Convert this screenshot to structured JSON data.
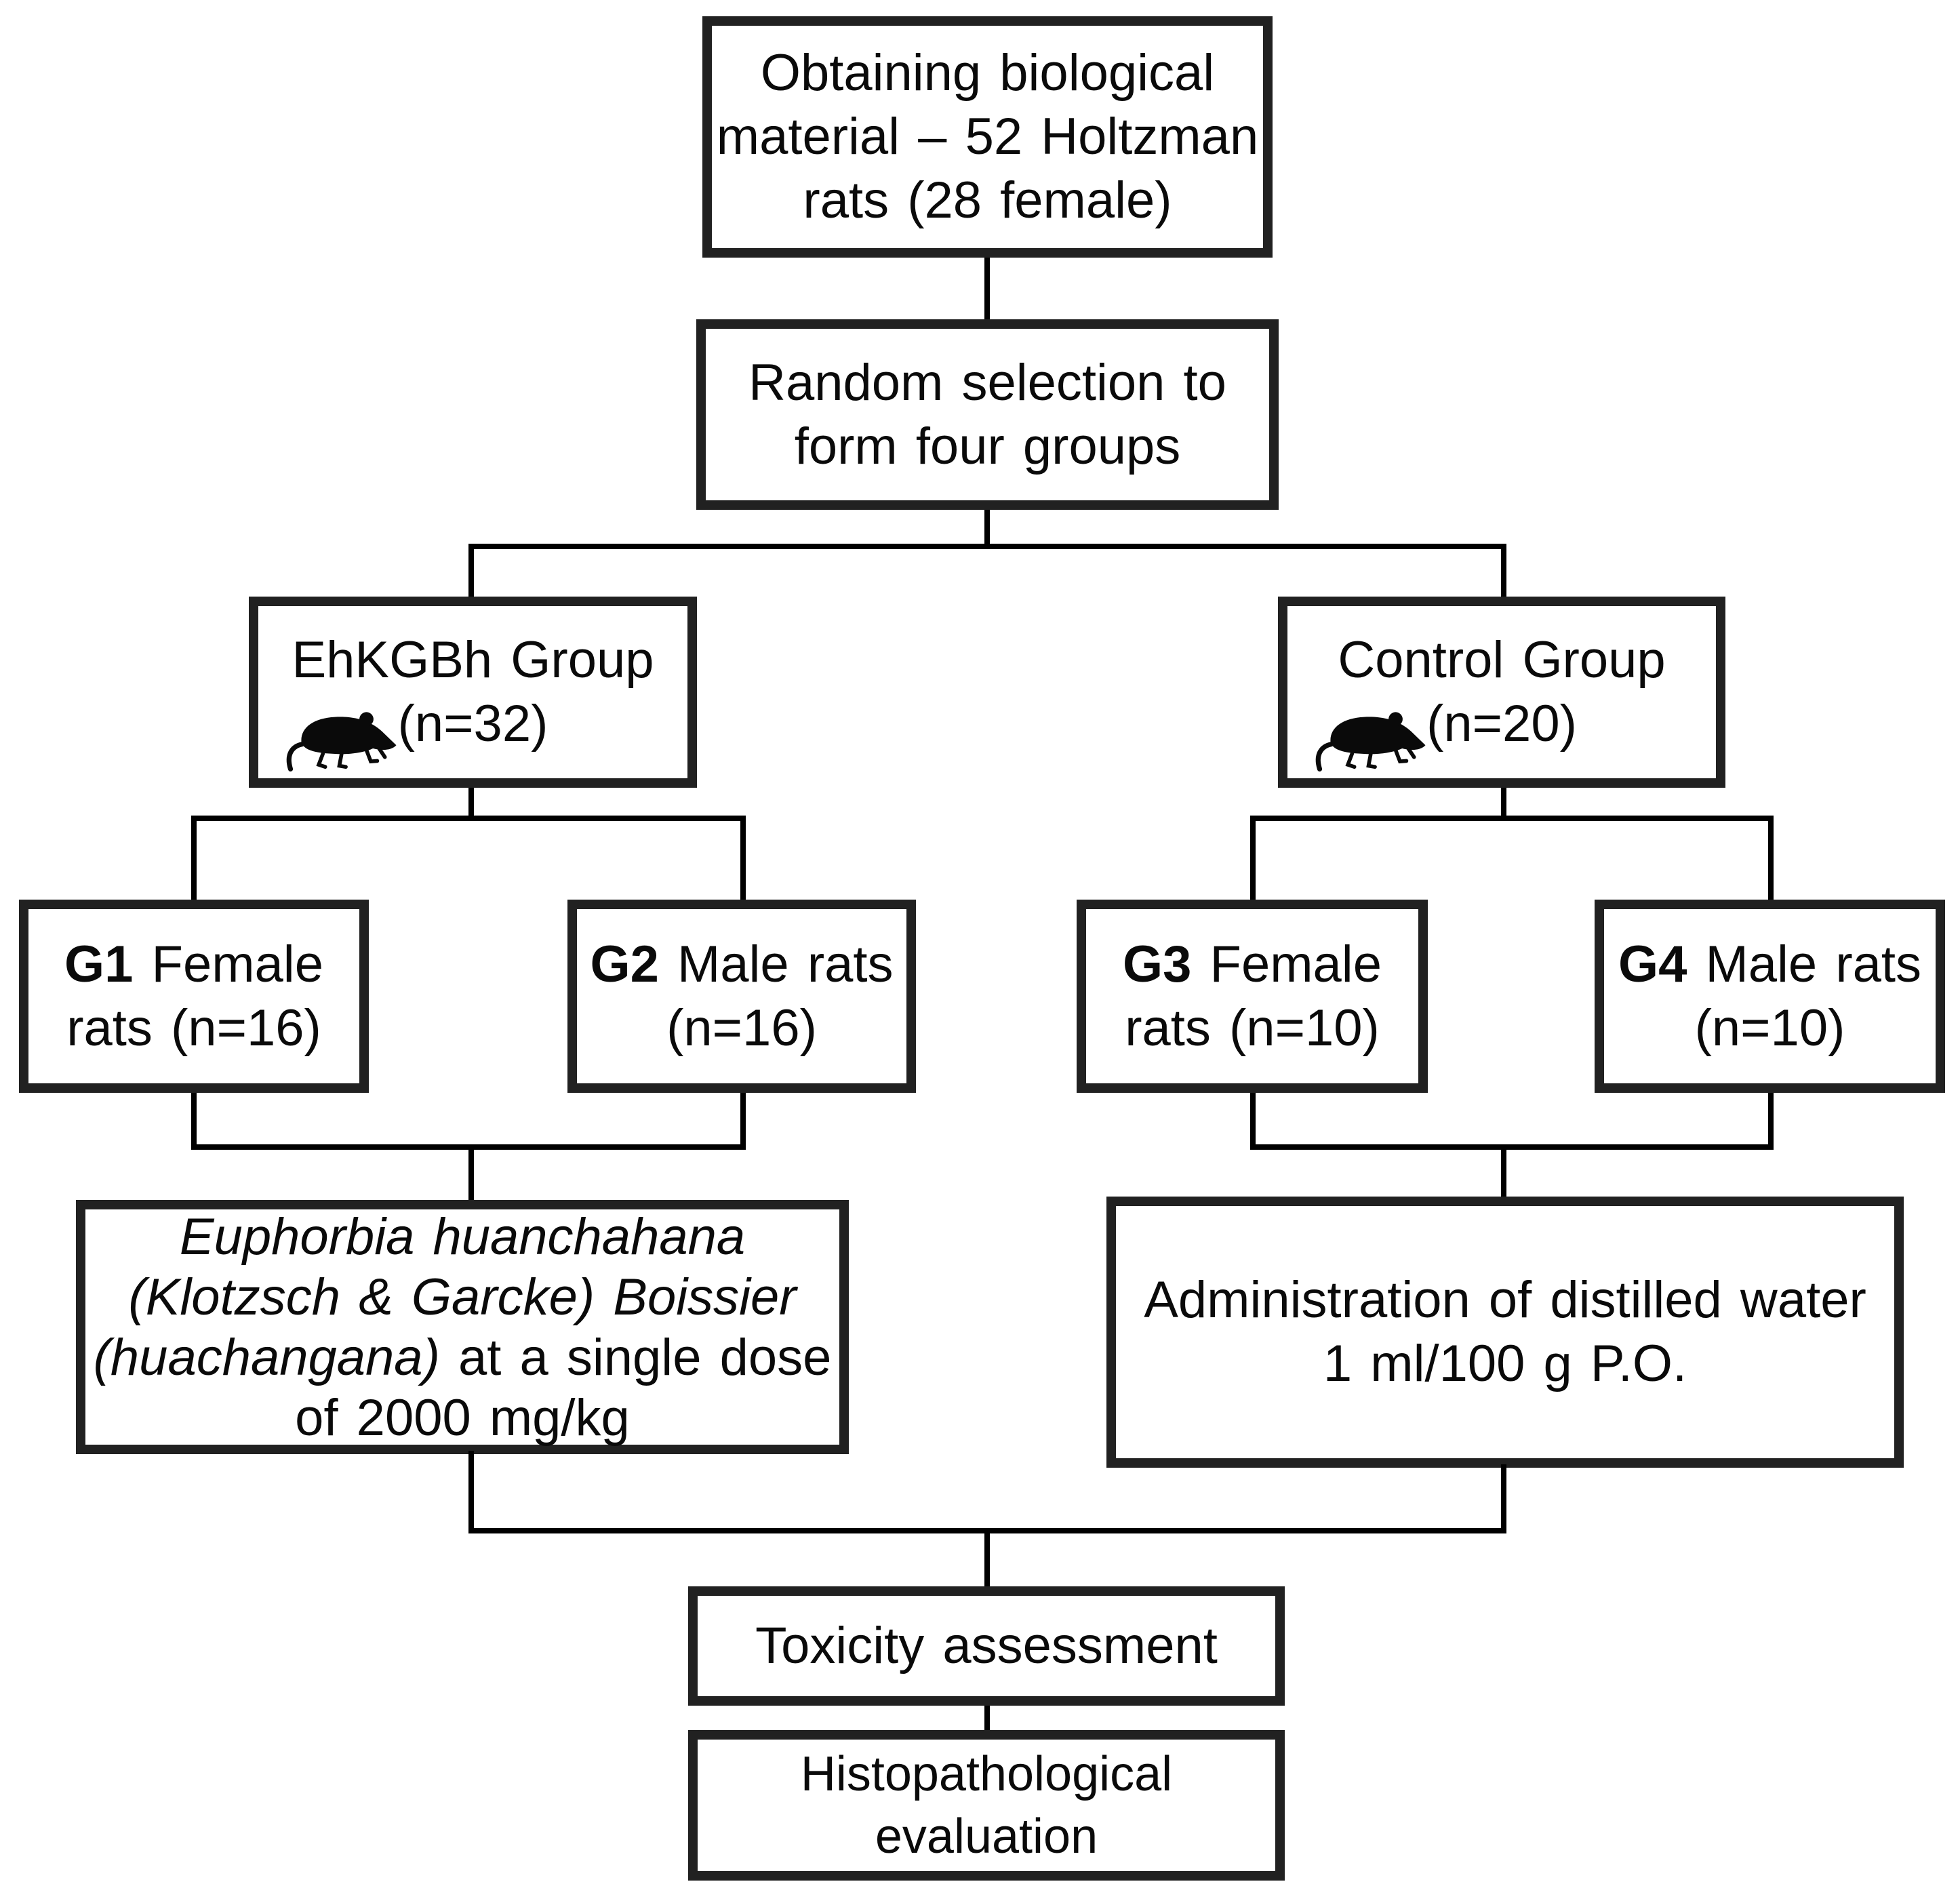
{
  "flowchart": {
    "source": {
      "line1": "Obtaining biological",
      "line2": "material – 52 Holtzman",
      "line3": "rats (28 female)"
    },
    "randomization": {
      "line1": "Random selection to",
      "line2": "form four groups"
    },
    "ehkgbh_group": {
      "title": "EhKGBh Group",
      "count": "(n=32)",
      "icon": "rat-icon"
    },
    "control_group": {
      "title": "Control Group",
      "count": "(n=20)",
      "icon": "rat-icon"
    },
    "g1": {
      "id": "G1",
      "label_rest": " Female",
      "line2": "rats (n=16)"
    },
    "g2": {
      "id": "G2",
      "label_rest": " Male rats",
      "line2": "(n=16)"
    },
    "g3": {
      "id": "G3",
      "label_rest": " Female",
      "line2": "rats (n=10)"
    },
    "g4": {
      "id": "G4",
      "label_rest": " Male rats",
      "line2": "(n=10)"
    },
    "ehkgbh_treatment": {
      "line1": "Euphorbia huanchahana",
      "line2": "(Klotzsch & Garcke) Boissier",
      "line3_italic": "(huachangana)",
      "line3_rest": " at a single dose",
      "line4": "of 2000 mg/kg"
    },
    "control_treatment": {
      "line1": "Administration of distilled water",
      "line2": "1 ml/100 g P.O."
    },
    "toxicity": {
      "label": "Toxicity assessment"
    },
    "histopathology": {
      "line1": "Histopathological",
      "line2": "evaluation"
    }
  },
  "colors": {
    "background": "#ffffff",
    "box_border": "#212121",
    "connector": "#000000",
    "text": "#0a0a0a",
    "rat_icon": "#0a0a0a"
  }
}
